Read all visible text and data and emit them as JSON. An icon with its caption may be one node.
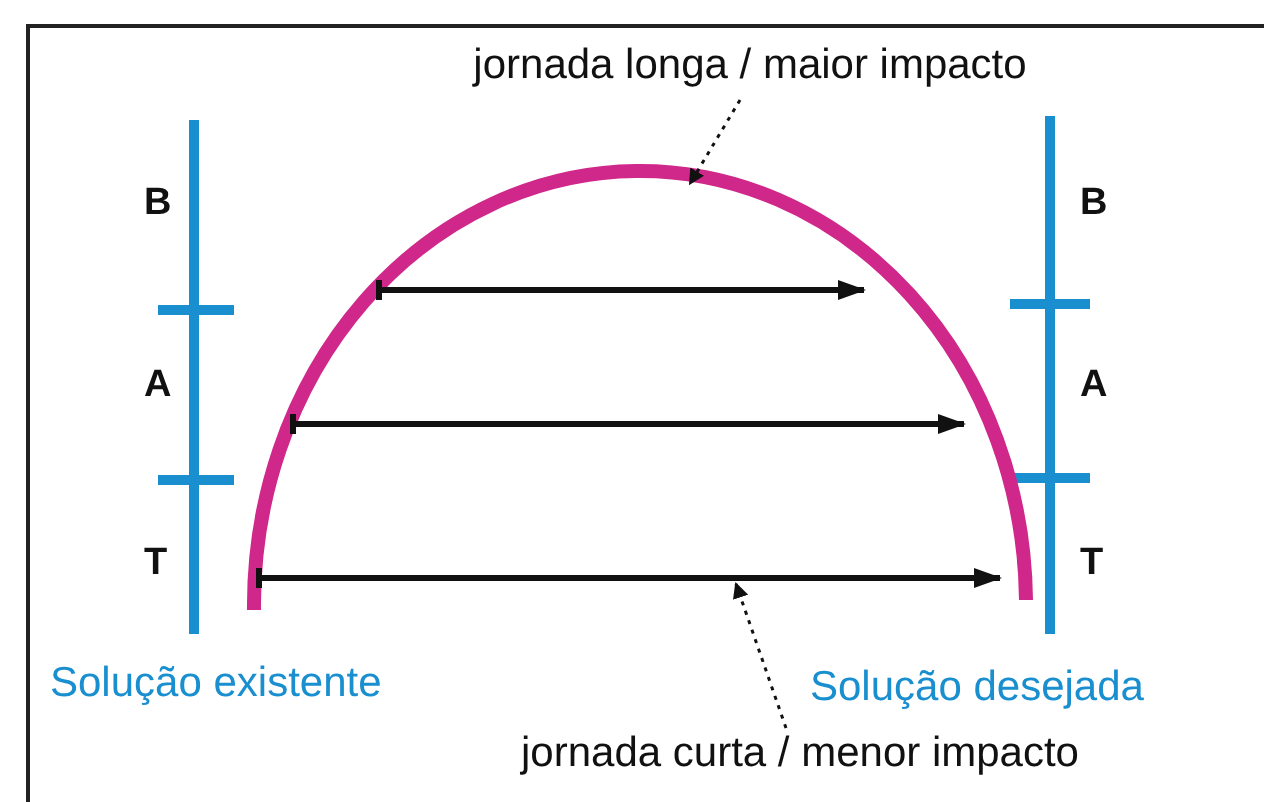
{
  "diagram": {
    "nodes": [
      {
        "text": [
          "jornada longa / maior impacto"
        ]
      },
      {
        "text": [],
        "shape": "arc"
      },
      {
        "text": [
          "jornada curta / menor impacto"
        ]
      }
    ],
    "edges": [
      {
        "from": 0,
        "to": 1,
        "arrow": "to",
        "style": "dashed"
      },
      {
        "from": 2,
        "to": 1,
        "arrow": "to",
        "style": "dashed"
      },
      {
        "from": 1,
        "to": 1,
        "arrow": "to"
      },
      {
        "from": 1,
        "to": 1,
        "arrow": "to"
      },
      {
        "from": 1,
        "to": 1,
        "arrow": "to"
      }
    ],
    "labels": [
      "B",
      "A",
      "T",
      "B",
      "A",
      "T",
      "Solução existente",
      "Solução desejada"
    ]
  }
}
